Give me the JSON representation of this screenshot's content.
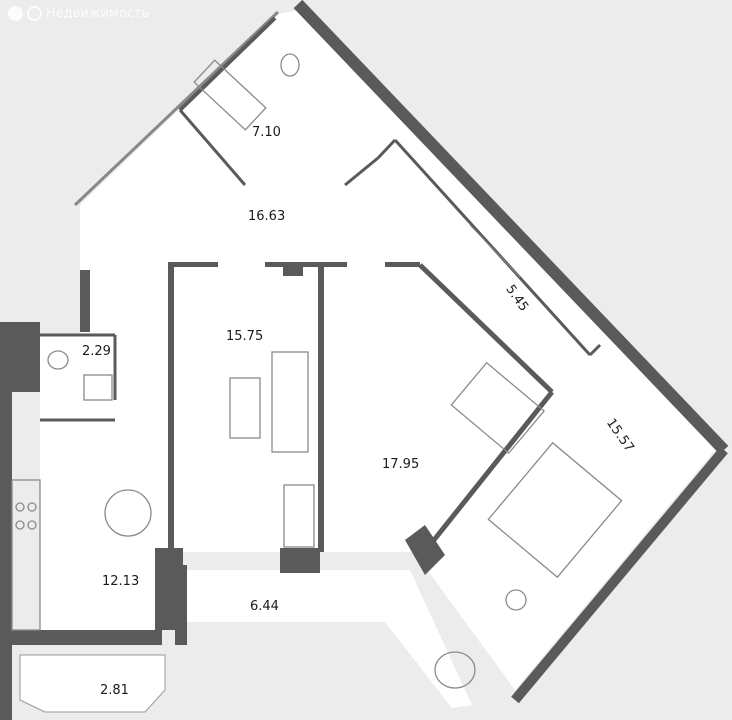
{
  "watermark": {
    "brand": "Недвижимость"
  },
  "colors": {
    "background": "#ececec",
    "floor": "#ffffff",
    "wall": "#5a5a5a",
    "furniture": "#8a8a8a"
  },
  "rooms": [
    {
      "id": "bathroom",
      "area": "7.10"
    },
    {
      "id": "hall",
      "area": "16.63"
    },
    {
      "id": "wardrobe",
      "area": "5.45"
    },
    {
      "id": "living-room",
      "area": "15.75"
    },
    {
      "id": "toilet",
      "area": "2.29"
    },
    {
      "id": "bedroom-1",
      "area": "17.95"
    },
    {
      "id": "bedroom-2",
      "area": "15.57"
    },
    {
      "id": "kitchen",
      "area": "12.13"
    },
    {
      "id": "balcony-large",
      "area": "6.44"
    },
    {
      "id": "balcony-small",
      "area": "2.81"
    }
  ]
}
